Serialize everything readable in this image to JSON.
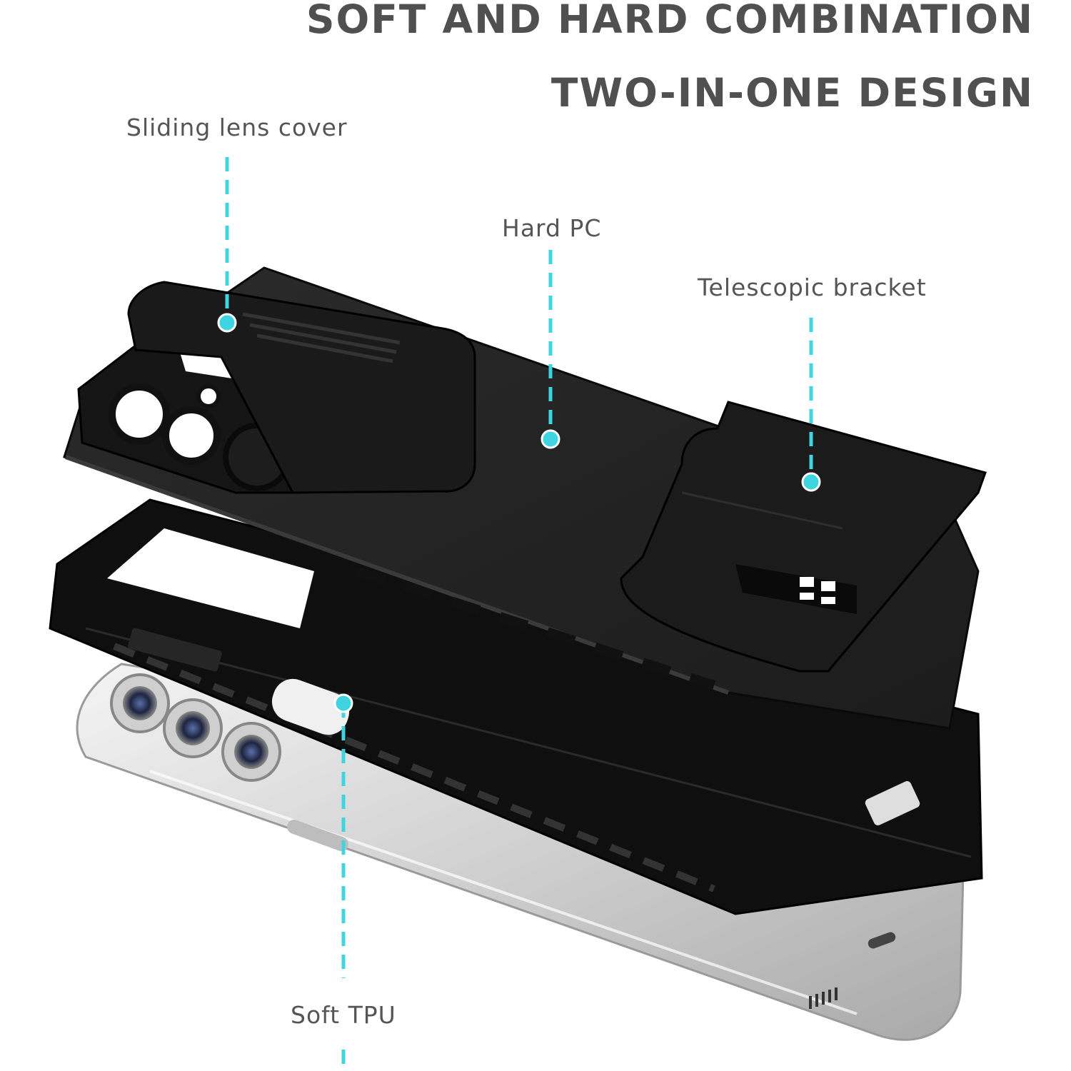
{
  "headline": {
    "line1": "SOFT AND HARD COMBINATION",
    "line2": "TWO-IN-ONE DESIGN"
  },
  "callouts": {
    "lens_cover": "Sliding lens cover",
    "hard_pc": "Hard PC",
    "bracket": "Telescopic bracket",
    "soft_tpu": "Soft TPU"
  },
  "colors": {
    "accent": "#3fd5e0",
    "headline_text": "#505050",
    "label_text": "#555555",
    "case_black": "#1a1a1a",
    "phone_silver": "#d8d8d8"
  }
}
